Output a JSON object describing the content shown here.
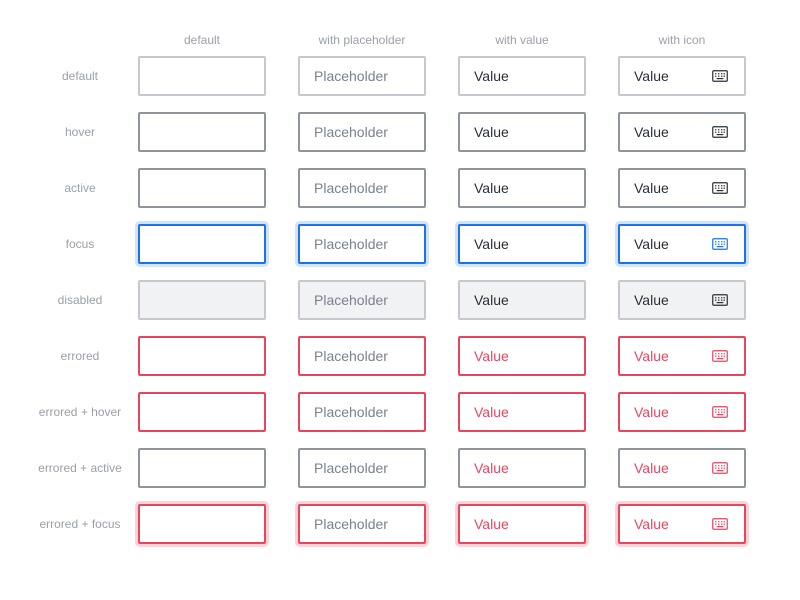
{
  "columns": [
    "default",
    "with placeholder",
    "with value",
    "with icon"
  ],
  "rows": [
    "default",
    "hover",
    "active",
    "focus",
    "disabled",
    "errored",
    "errored + hover",
    "errored + active",
    "errored + focus"
  ],
  "placeholder": "Placeholder",
  "value": "Value",
  "icon": "keyboard-icon",
  "colors": {
    "label": "#9aa0a8",
    "border_default": "#c5c9cf",
    "border_hover": "#8e949c",
    "focus": "#1a73e8",
    "focus_ring": "#d2e3fc",
    "error": "#e8465c",
    "error_ring": "#fbd3d8",
    "disabled_bg": "#f1f2f4",
    "text": "#2b2f36"
  }
}
